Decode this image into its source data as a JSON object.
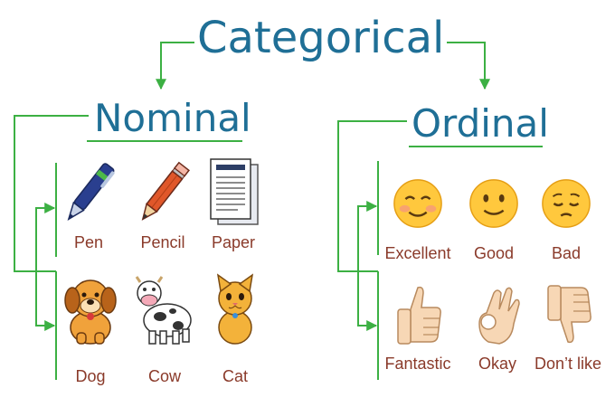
{
  "diagram": {
    "title": "Categorical",
    "branches": [
      {
        "title": "Nominal",
        "groups": [
          {
            "items": [
              {
                "label": "Pen",
                "icon": "pen-icon"
              },
              {
                "label": "Pencil",
                "icon": "pencil-icon"
              },
              {
                "label": "Paper",
                "icon": "paper-icon"
              }
            ]
          },
          {
            "items": [
              {
                "label": "Dog",
                "icon": "dog-icon"
              },
              {
                "label": "Cow",
                "icon": "cow-icon"
              },
              {
                "label": "Cat",
                "icon": "cat-icon"
              }
            ]
          }
        ]
      },
      {
        "title": "Ordinal",
        "groups": [
          {
            "items": [
              {
                "label": "Excellent",
                "icon": "smiling-blushing-face-icon"
              },
              {
                "label": "Good",
                "icon": "slightly-smiling-face-icon"
              },
              {
                "label": "Bad",
                "icon": "pensive-face-icon"
              }
            ]
          },
          {
            "items": [
              {
                "label": "Fantastic",
                "icon": "thumbs-up-icon"
              },
              {
                "label": "Okay",
                "icon": "ok-hand-icon"
              },
              {
                "label": "Don’t like",
                "icon": "thumbs-down-icon"
              }
            ]
          }
        ]
      }
    ],
    "colors": {
      "title": "#1f6f96",
      "connector": "#3cb043",
      "label": "#8a3a2a"
    }
  }
}
